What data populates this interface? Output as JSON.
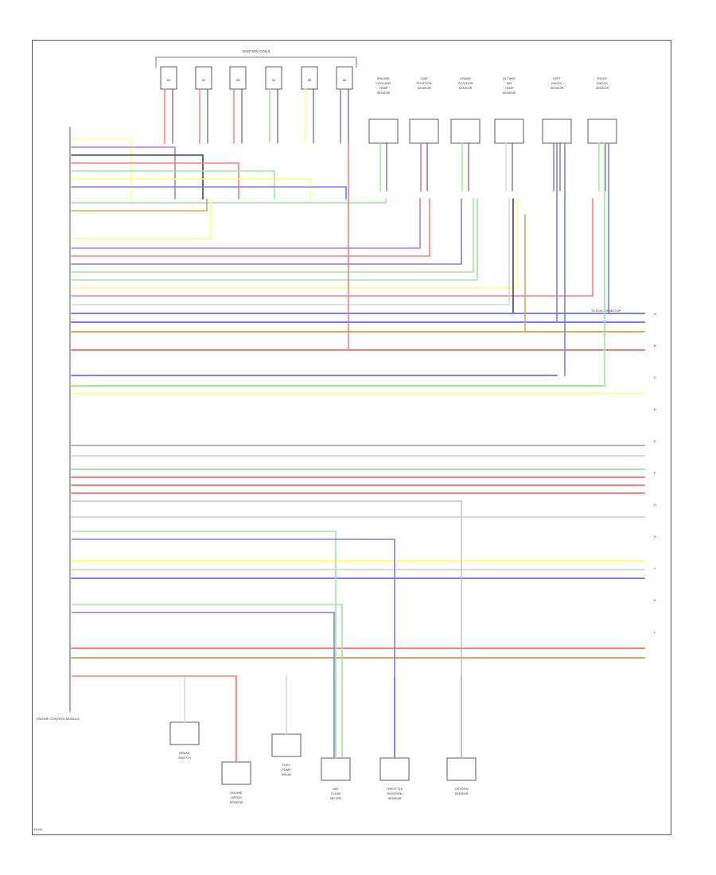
{
  "diagram": {
    "page_id": "94930",
    "top_group_title": "IGNITION COILS",
    "ecm_label": "ENGINE CONTROL MODULE",
    "colors": {
      "red": "#ff7b7b",
      "green": "#9de89d",
      "yellow": "#ffff80",
      "blue": "#7b7bff",
      "purple": "#b27bd8",
      "black": "#444444",
      "orange": "#d8a760",
      "brown": "#a17246",
      "gray": "#b5b5b5",
      "white": "#d8d8d8"
    },
    "components": {
      "coils": [
        "#1",
        "#2",
        "#3",
        "#4",
        "#5",
        "#6"
      ],
      "top_right": [
        "ENGINE COOLANT TEMP SENSOR",
        "CAM POSITION SENSOR",
        "CRANK POSITION SENSOR",
        "IN-TAKE AIR TEMP SENSOR",
        "LEFT KNOCK SENSOR",
        "RIGHT KNOCK SENSOR"
      ],
      "bottom": [
        "BRAKE SWITCH",
        "ENGINE SPEED SENSOR",
        "FUEL PUMP RELAY",
        "AIR FLOW METER",
        "THROTTLE POSITION SENSOR",
        "OXYGEN SENSOR"
      ]
    },
    "connector_note": "TO ECM CONNECTOR",
    "right_connector_labels": [
      "A",
      "B",
      "C",
      "D",
      "E",
      "F",
      "G",
      "H",
      "J",
      "K",
      "L"
    ]
  }
}
